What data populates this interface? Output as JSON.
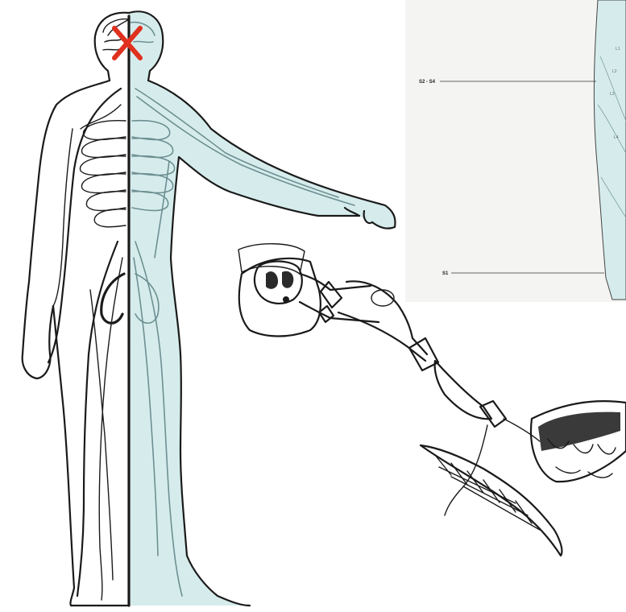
{
  "inset": {
    "left_labels": [
      "S2 - S4",
      "S1"
    ],
    "segment_labels": [
      "L1",
      "L2",
      "L3",
      "L4"
    ]
  },
  "marker": {
    "color": "#e0301e",
    "symbol": "cross"
  },
  "colors": {
    "tint": "#d6ecec",
    "ink": "#1a1a1a",
    "inset_background": "#f4f4f2"
  }
}
